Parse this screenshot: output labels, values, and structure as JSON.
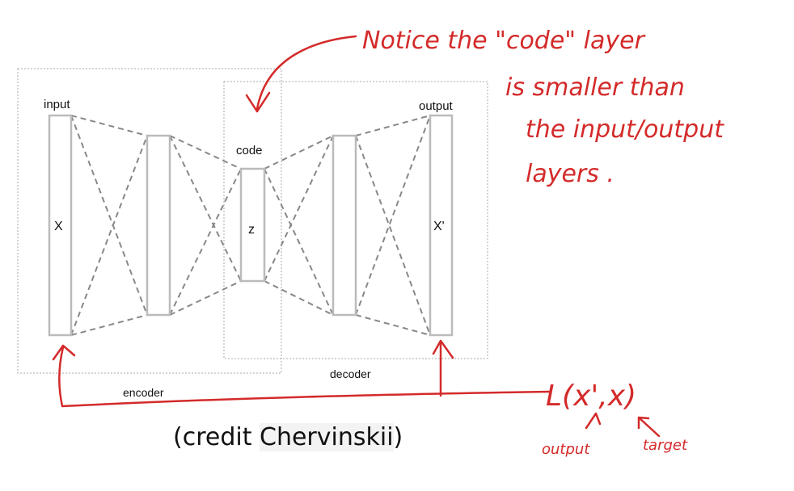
{
  "diagram": {
    "labels": {
      "input": "input",
      "output": "output",
      "code": "code",
      "x": "X",
      "z": "z",
      "x_prime": "X'",
      "encoder": "encoder",
      "decoder": "decoder"
    },
    "annotations": {
      "line1": "Notice the \"code\" layer",
      "line2": "is smaller than",
      "line3": "the input/output",
      "line4": "layers .",
      "loss": "L(x',x)",
      "loss_output": "output",
      "loss_target": "target"
    },
    "credit_prefix": "(credit ",
    "credit_name": "Chervinskii",
    "credit_suffix": ")"
  },
  "colors": {
    "ink": "#d42a2a",
    "layer": "#bbbbbb",
    "dash": "#888888",
    "box": "#aaaaaa"
  }
}
